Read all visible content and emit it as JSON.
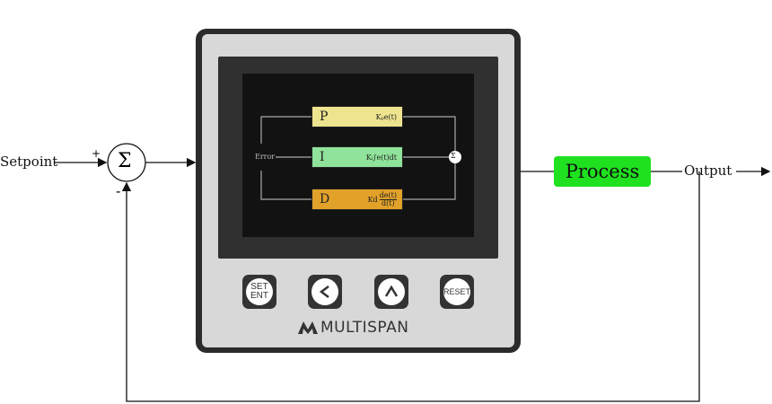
{
  "inputs": {
    "setpoint": "Setpoint",
    "plus": "+",
    "minus": "-",
    "sum_symbol": "Σ"
  },
  "controller": {
    "error_label": "Error",
    "blocks": [
      {
        "letter": "P",
        "formula": "Kₚe(t)",
        "color": "#eee38e"
      },
      {
        "letter": "I",
        "formula": "Kᵢ∫e(t)dt",
        "color": "#8fe39a"
      },
      {
        "letter": "D",
        "formula": "K_d de(t)/d(t)",
        "formula_k": "Kd",
        "formula_num": "de(t)",
        "formula_den": "d(t)",
        "color": "#e2a22a"
      }
    ],
    "sum_symbol": "Σ",
    "buttons": [
      {
        "line1": "SET",
        "line2": "ENT"
      },
      {
        "icon": "chevron-left"
      },
      {
        "icon": "chevron-up"
      },
      {
        "line1": "RESET"
      }
    ],
    "brand": "MULTISPAN"
  },
  "process": {
    "label": "Process",
    "color": "#1fe11f"
  },
  "output": {
    "label": "Output"
  }
}
